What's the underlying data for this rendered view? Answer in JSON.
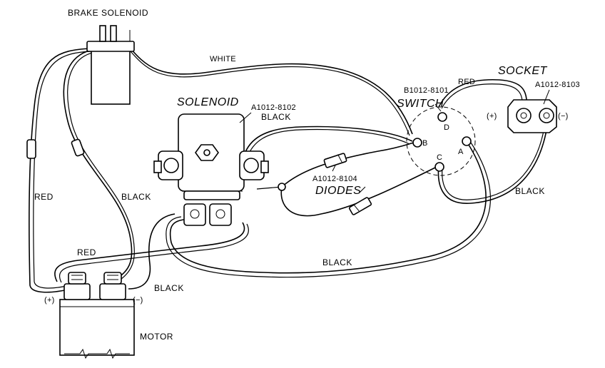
{
  "labels": {
    "brake_solenoid": "BRAKE SOLENOID",
    "white": "WHITE",
    "solenoid": "SOLENOID",
    "solenoid_part": "A1012-8102",
    "black_top": "BLACK",
    "switch_part": "B1012-8101",
    "switch": "SWITCH",
    "red_top": "RED",
    "socket": "SOCKET",
    "socket_part": "A1012-8103",
    "socket_plus": "(+)",
    "socket_minus": "(−)",
    "terminal_b": "B",
    "terminal_d": "D",
    "terminal_a": "A",
    "terminal_c": "C",
    "diodes_part": "A1012-8104",
    "diodes": "DIODES",
    "black_right": "BLACK",
    "red_left": "RED",
    "black_left": "BLACK",
    "red_mid": "RED",
    "black_bottom": "BLACK",
    "black_motor": "BLACK",
    "motor_plus": "(+)",
    "motor_minus": "(−)",
    "motor": "MOTOR"
  }
}
